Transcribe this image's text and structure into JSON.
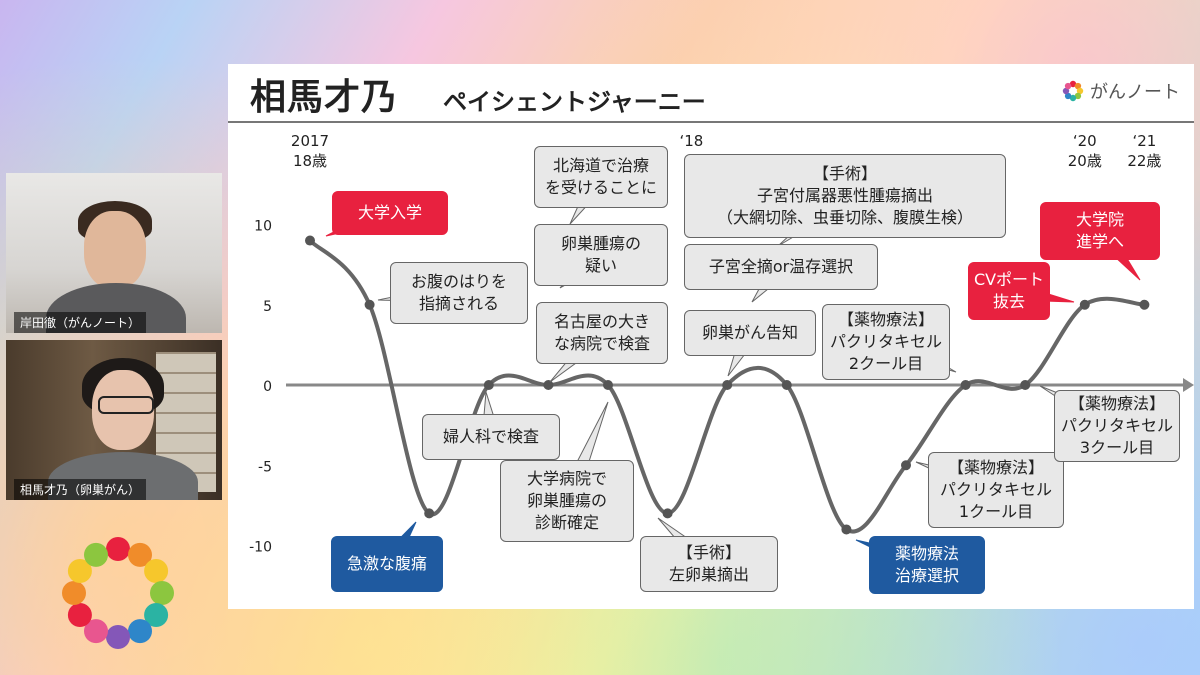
{
  "slide": {
    "title": "相馬才乃",
    "subtitle": "ペイシェントジャーニー",
    "brand": "がんノート"
  },
  "video": {
    "participant1": "岸田徹（がんノート）",
    "participant2": "相馬才乃（卵巣がん）"
  },
  "colors": {
    "line": "#666666",
    "red_box": "#e8213f",
    "blue_box": "#1f5aa0",
    "gray_box": "#e8e8e8"
  },
  "chart_data": {
    "type": "line",
    "title": "",
    "xlabel": "",
    "ylabel": "",
    "ylim": [
      -10,
      10
    ],
    "y_ticks": [
      10,
      5,
      0,
      -5,
      -10
    ],
    "time_labels": [
      {
        "year": "2017",
        "age": "18歳",
        "x": 0
      },
      {
        "year": "‘18",
        "age": "",
        "x": 6.4
      },
      {
        "year": "‘20",
        "age": "20歳",
        "x": 13
      },
      {
        "year": "‘21",
        "age": "22歳",
        "x": 14
      }
    ],
    "points": [
      {
        "x": 0,
        "y": 9
      },
      {
        "x": 1,
        "y": 5
      },
      {
        "x": 2,
        "y": -8
      },
      {
        "x": 3,
        "y": 0
      },
      {
        "x": 4,
        "y": 0
      },
      {
        "x": 5,
        "y": 0
      },
      {
        "x": 6,
        "y": -8
      },
      {
        "x": 7,
        "y": 0
      },
      {
        "x": 8,
        "y": 0
      },
      {
        "x": 9,
        "y": -9
      },
      {
        "x": 10,
        "y": -5
      },
      {
        "x": 11,
        "y": 0
      },
      {
        "x": 12,
        "y": 0
      },
      {
        "x": 13,
        "y": 5
      },
      {
        "x": 14,
        "y": 5
      }
    ],
    "annotations": [
      {
        "text": "大学入学",
        "style": "red"
      },
      {
        "text": "お腹のはりを\n指摘される",
        "style": "gray"
      },
      {
        "text": "急激な腹痛",
        "style": "blue"
      },
      {
        "text": "婦人科で検査",
        "style": "gray"
      },
      {
        "text": "北海道で治療\nを受けることに",
        "style": "gray"
      },
      {
        "text": "卵巣腫瘍の\n疑い",
        "style": "gray"
      },
      {
        "text": "名古屋の大き\nな病院で検査",
        "style": "gray"
      },
      {
        "text": "大学病院で\n卵巣腫瘍の\n診断確定",
        "style": "gray"
      },
      {
        "text": "【手術】\n左卵巣摘出",
        "style": "gray"
      },
      {
        "text": "【手術】\n子宮付属器悪性腫瘍摘出\n（大網切除、虫垂切除、腹膜生検）",
        "style": "gray"
      },
      {
        "text": "子宮全摘or温存選択",
        "style": "gray"
      },
      {
        "text": "卵巣がん告知",
        "style": "gray"
      },
      {
        "text": "【薬物療法】\nパクリタキセル\n2クール目",
        "style": "gray"
      },
      {
        "text": "薬物療法\n治療選択",
        "style": "blue"
      },
      {
        "text": "【薬物療法】\nパクリタキセル\n1クール目",
        "style": "gray"
      },
      {
        "text": "CVポート\n抜去",
        "style": "red"
      },
      {
        "text": "大学院\n進学へ",
        "style": "red"
      },
      {
        "text": "【薬物療法】\nパクリタキセル\n3クール目",
        "style": "gray"
      }
    ]
  }
}
